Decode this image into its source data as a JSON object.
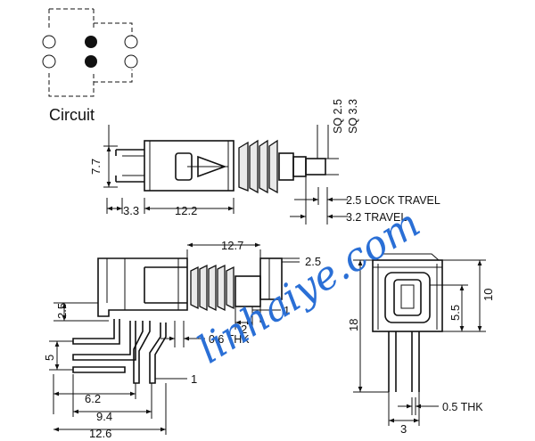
{
  "circuit_label": "Circuit",
  "watermark": "linhaiye.com",
  "top_view": {
    "dims": {
      "height": "7.7",
      "pin_offset": "3.3",
      "body_len": "12.2",
      "shaft_sq_a": "SQ 2.5",
      "shaft_sq_b": "SQ 3.3",
      "lock_travel": "2.5 LOCK TRAVEL",
      "travel": "3.2 TRAVEL"
    }
  },
  "side_view": {
    "dims": {
      "len_top": "12.7",
      "shaft_out": "2.5",
      "pin_h": "2.5",
      "pin_pitch": "5",
      "d_2": "2",
      "d_1a": "1",
      "d_1b": "1",
      "thk": "0.6 THK",
      "w_62": "6.2",
      "w_94": "9.4",
      "w_126": "12.6"
    }
  },
  "front_view": {
    "dims": {
      "h18": "18",
      "h10": "10",
      "h55": "5.5",
      "w3": "3",
      "pin_thk": "0.5 THK"
    }
  },
  "colors": {
    "line": "#111111",
    "watermark": "#2a6fd6"
  }
}
